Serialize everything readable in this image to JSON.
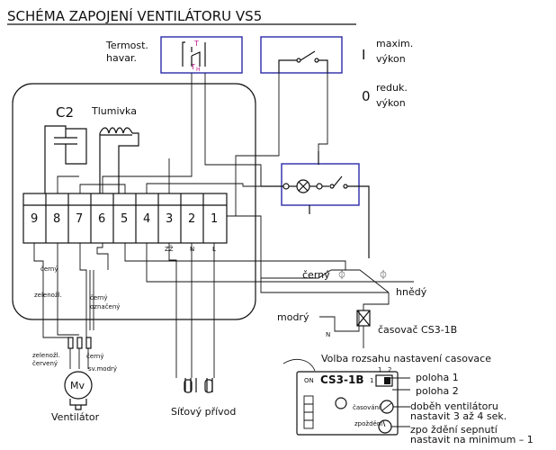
{
  "title": "SCHÉMA ZAPOJENÍ VENTILÁTORU VS5",
  "thermostat": {
    "label_line1": "Termost.",
    "label_line2": "havar.",
    "t_top": "T",
    "t_bottom": "T",
    "t_sub": "H"
  },
  "mode_switch": {
    "max_symbol": "I",
    "max_line1": "maxim.",
    "max_line2": "výkon",
    "red_symbol": "0",
    "red_line1": "reduk.",
    "red_line2": "výkon"
  },
  "components": {
    "capacitor": "C2",
    "choke": "Tlumivka"
  },
  "terminals": [
    "9",
    "8",
    "7",
    "6",
    "5",
    "4",
    "3",
    "2",
    "1"
  ],
  "terminal_sublabels": {
    "zz": "ZŽ",
    "n": "N",
    "l": "L"
  },
  "wire_labels": {
    "cerny": "černý",
    "zelenozl": "zelenožl.",
    "cerny_oznaceny_1": "černý",
    "cerny_oznaceny_2": "označený",
    "zelenozl_cerveny_1": "zelenožl.",
    "zelenozl_cerveny_2": "červený",
    "cerny_motor": "černý",
    "sv_modry": "sv.modrý"
  },
  "motor": {
    "label": "Mv",
    "caption": "Ventilátor"
  },
  "mains": {
    "caption": "Síťový přívod"
  },
  "timer": {
    "wire_black": "černý",
    "wire_brown": "hnědý",
    "wire_blue": "modrý",
    "n_label": "N",
    "name": "časovač CS3-1B",
    "range_caption": "Volba rozsahu nastavení casovace",
    "module_name": "CS3-1B",
    "dip_on": "ON",
    "dip_1": "1",
    "dip_2": "2",
    "dip_1_left": "1",
    "knob_casovani": "časování",
    "knob_zpozdeni": "zpoždění",
    "pos1": "poloha 1",
    "pos2": "poloha 2",
    "dobeh_line1": "doběh ventilátoru",
    "dobeh_line2": "nastavit 3 až 4 sek.",
    "zpozd_line1": "zpo ždění sepnutí",
    "zpozd_line2": "nastavit na minimum  – 1"
  }
}
